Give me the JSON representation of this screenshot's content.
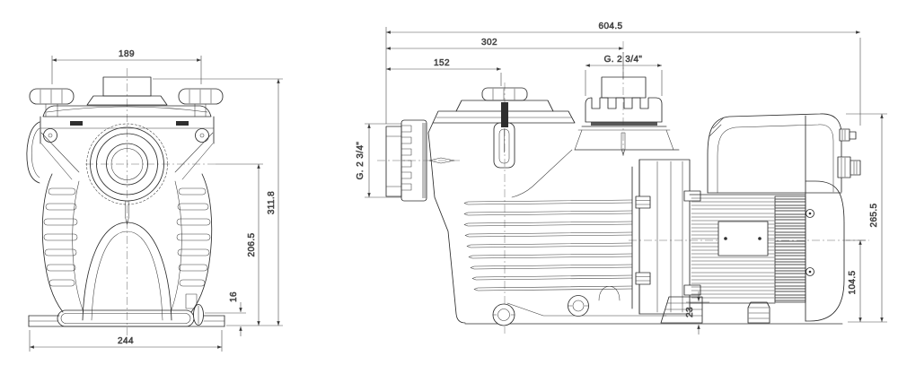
{
  "drawing": {
    "front_view": {
      "dim_top_width": "189",
      "dim_base_width": "244",
      "dim_total_height": "311.8",
      "dim_axis_height": "206.5",
      "dim_drain_offset": "16"
    },
    "side_view": {
      "dim_total_length": "604.5",
      "dim_inlet_to_outlet": "302",
      "dim_inlet_to_lid": "152",
      "outlet_thread": "G. 2 3/4\"",
      "inlet_thread": "G. 2 3/4\"",
      "dim_total_height": "265.5",
      "dim_axis_height": "104.5",
      "dim_foot_clearance": "23"
    }
  }
}
